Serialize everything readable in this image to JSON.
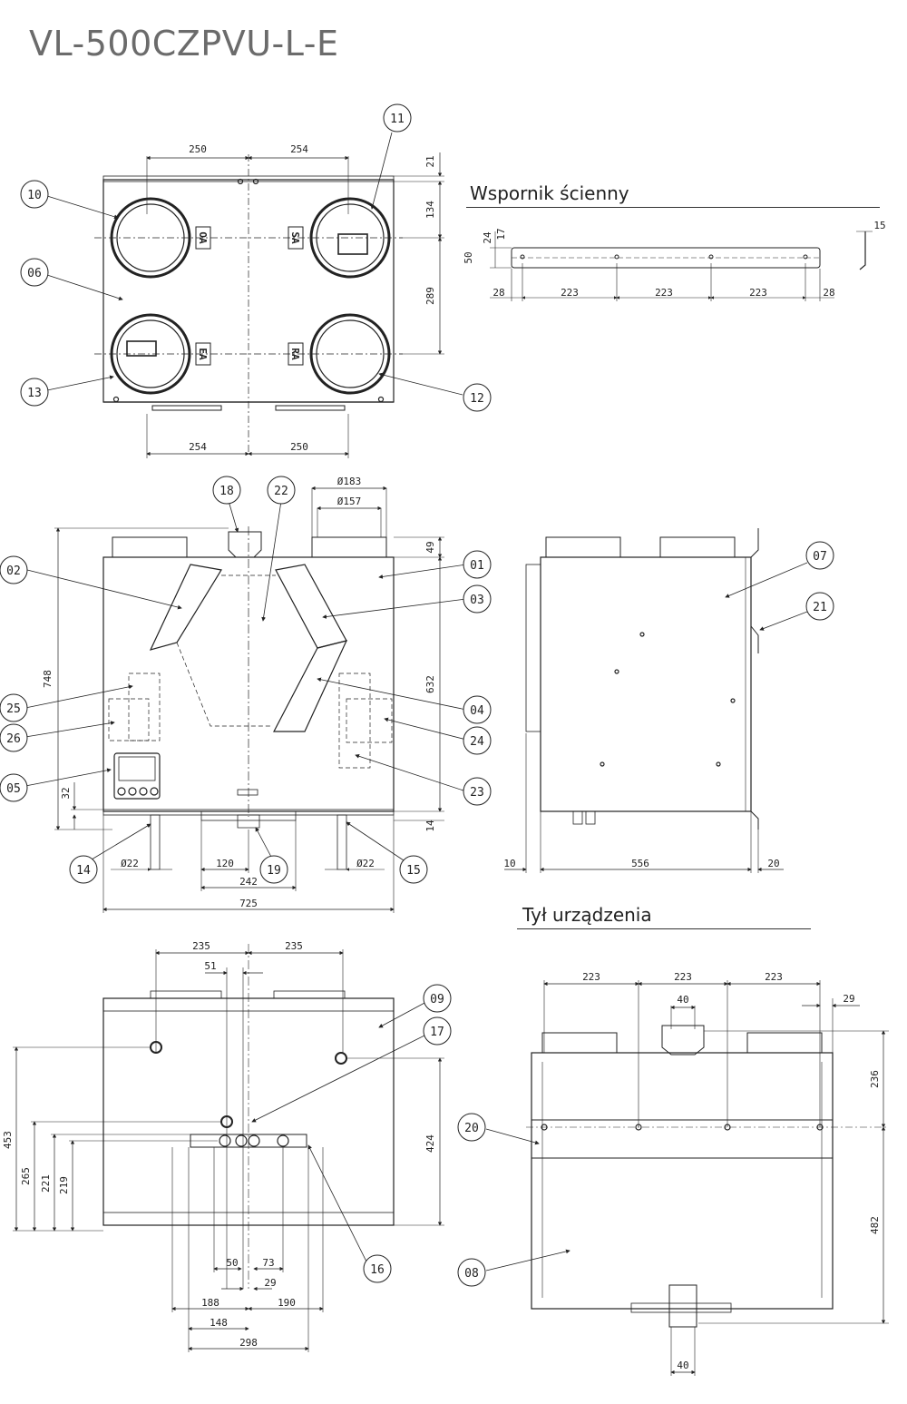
{
  "title": "VL-500CZPVU-L-E",
  "sections": {
    "wall_bracket": "Wspornik ścienny",
    "rear": "Tył urządzenia"
  },
  "ports": {
    "oa": "OA",
    "sa": "SA",
    "ea": "EA",
    "ra": "RA"
  },
  "callouts": {
    "c01": "01",
    "c02": "02",
    "c03": "03",
    "c04": "04",
    "c05": "05",
    "c06": "06",
    "c07": "07",
    "c08": "08",
    "c09": "09",
    "c10": "10",
    "c11": "11",
    "c12": "12",
    "c13": "13",
    "c14": "14",
    "c15": "15",
    "c16": "16",
    "c17": "17",
    "c18": "18",
    "c19": "19",
    "c20": "20",
    "c21": "21",
    "c22": "22",
    "c23": "23",
    "c24": "24",
    "c25": "25",
    "c26": "26"
  },
  "dims": {
    "top": {
      "d250a": "250",
      "d254a": "254",
      "d21": "21",
      "d134": "134",
      "d289": "289",
      "d254b": "254",
      "d250b": "250"
    },
    "bracket": {
      "d24": "24",
      "d17": "17",
      "d50": "50",
      "d15": "15",
      "d28a": "28",
      "d223a": "223",
      "d223b": "223",
      "d223c": "223",
      "d28b": "28"
    },
    "front": {
      "d183": "Ø183",
      "d157": "Ø157",
      "d49": "49",
      "d748": "748",
      "d632": "632",
      "d32": "32",
      "d14": "14",
      "d22a": "Ø22",
      "d22b": "Ø22",
      "d120": "120",
      "d242": "242",
      "d725": "725"
    },
    "side": {
      "d10": "10",
      "d556": "556",
      "d20": "20"
    },
    "bottom": {
      "d235a": "235",
      "d235b": "235",
      "d51": "51",
      "d453": "453",
      "d265": "265",
      "d221": "221",
      "d219": "219",
      "d424": "424",
      "d50": "50",
      "d73": "73",
      "d29": "29",
      "d188": "188",
      "d190": "190",
      "d148": "148",
      "d298": "298"
    },
    "rear": {
      "d223a": "223",
      "d223b": "223",
      "d223c": "223",
      "d40a": "40",
      "d29": "29",
      "d236": "236",
      "d482": "482",
      "d40b": "40"
    }
  }
}
